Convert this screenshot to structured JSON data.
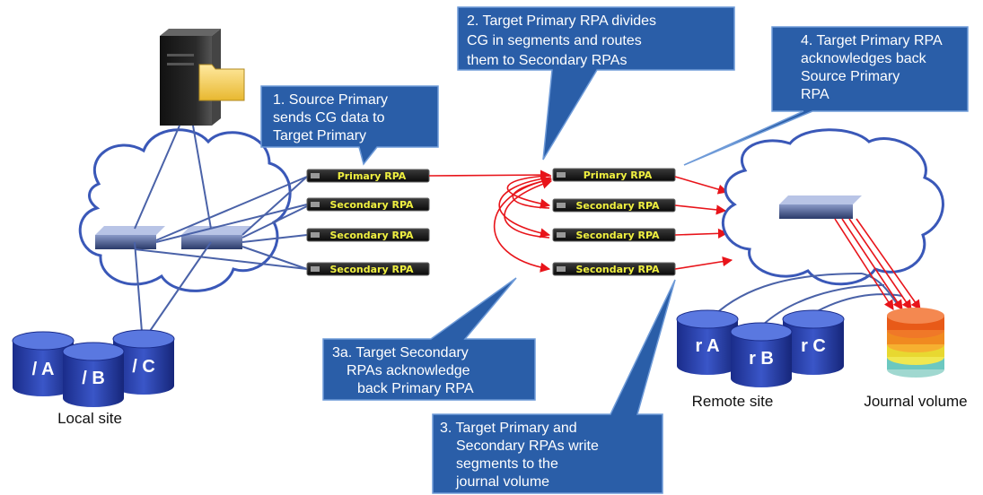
{
  "callouts": {
    "c1": [
      "1. Source Primary",
      "sends CG data to",
      "Target Primary"
    ],
    "c2": [
      "2. Target Primary RPA divides",
      "CG in segments and routes",
      "them to Secondary RPAs"
    ],
    "c4": [
      "4. Target Primary RPA",
      "acknowledges back",
      "Source Primary",
      "RPA"
    ],
    "c3a": [
      "3a. Target Secondary",
      "RPAs acknowledge",
      "back Primary RPA"
    ],
    "c3": [
      "3. Target Primary and",
      "Secondary RPAs write",
      "segments to the",
      "journal volume"
    ]
  },
  "rpa": {
    "primary": "Primary RPA",
    "secondary": "Secondary RPA"
  },
  "local_disks": [
    "/ A",
    "/ B",
    "/ C"
  ],
  "remote_disks": [
    "r A",
    "r B",
    "r C"
  ],
  "labels": {
    "local_site": "Local site",
    "remote_site": "Remote site",
    "journal_volume": "Journal volume"
  },
  "colors": {
    "callout_fill": "#2a5ea8",
    "callout_border": "#6f9bd8",
    "arrow_red": "#e8141a",
    "link_blue": "#4a62a8",
    "rpa_primary_text": "#f0f040",
    "rpa_secondary_text": "#f0f040",
    "disk_blue": "#2038a0"
  }
}
